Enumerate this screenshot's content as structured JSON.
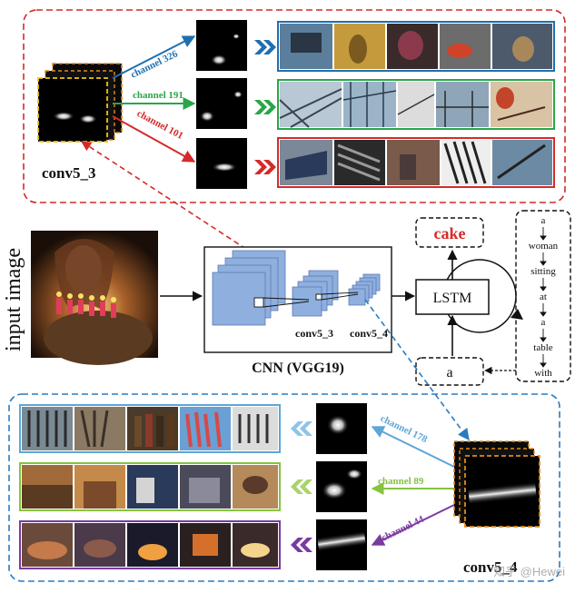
{
  "top_panel": {
    "layer_label": "conv5_3",
    "channels": [
      {
        "label": "channel 326",
        "color": "#1f6fb0"
      },
      {
        "label": "channel 191",
        "color": "#2aa64a"
      },
      {
        "label": "channel 101",
        "color": "#d42a2a"
      }
    ],
    "panel_color": "#d42a2a"
  },
  "middle": {
    "input_label": "input image",
    "cnn_label": "CNN (VGG19)",
    "conv5_3_label": "conv5_3",
    "conv5_4_label": "conv5_4",
    "lstm_label": "LSTM",
    "output_word": "cake",
    "input_word": "a",
    "sequence": [
      "a",
      "woman",
      "sitting",
      "at",
      "a",
      "table",
      "with"
    ],
    "output_color": "#d42a2a"
  },
  "bottom_panel": {
    "layer_label": "conv5_4",
    "channels": [
      {
        "label": "channel 178",
        "color": "#5ea6d6"
      },
      {
        "label": "channel 89",
        "color": "#86c340"
      },
      {
        "label": "channel 44",
        "color": "#7a3aa0"
      }
    ],
    "panel_color": "#2a7bbf"
  },
  "watermark": "知乎 @Hewei",
  "colors": {
    "cube_outline_yellow": "#f1c40f",
    "cube_outline_orange": "#e08a1e",
    "feature_blue": "#8fb0de"
  }
}
